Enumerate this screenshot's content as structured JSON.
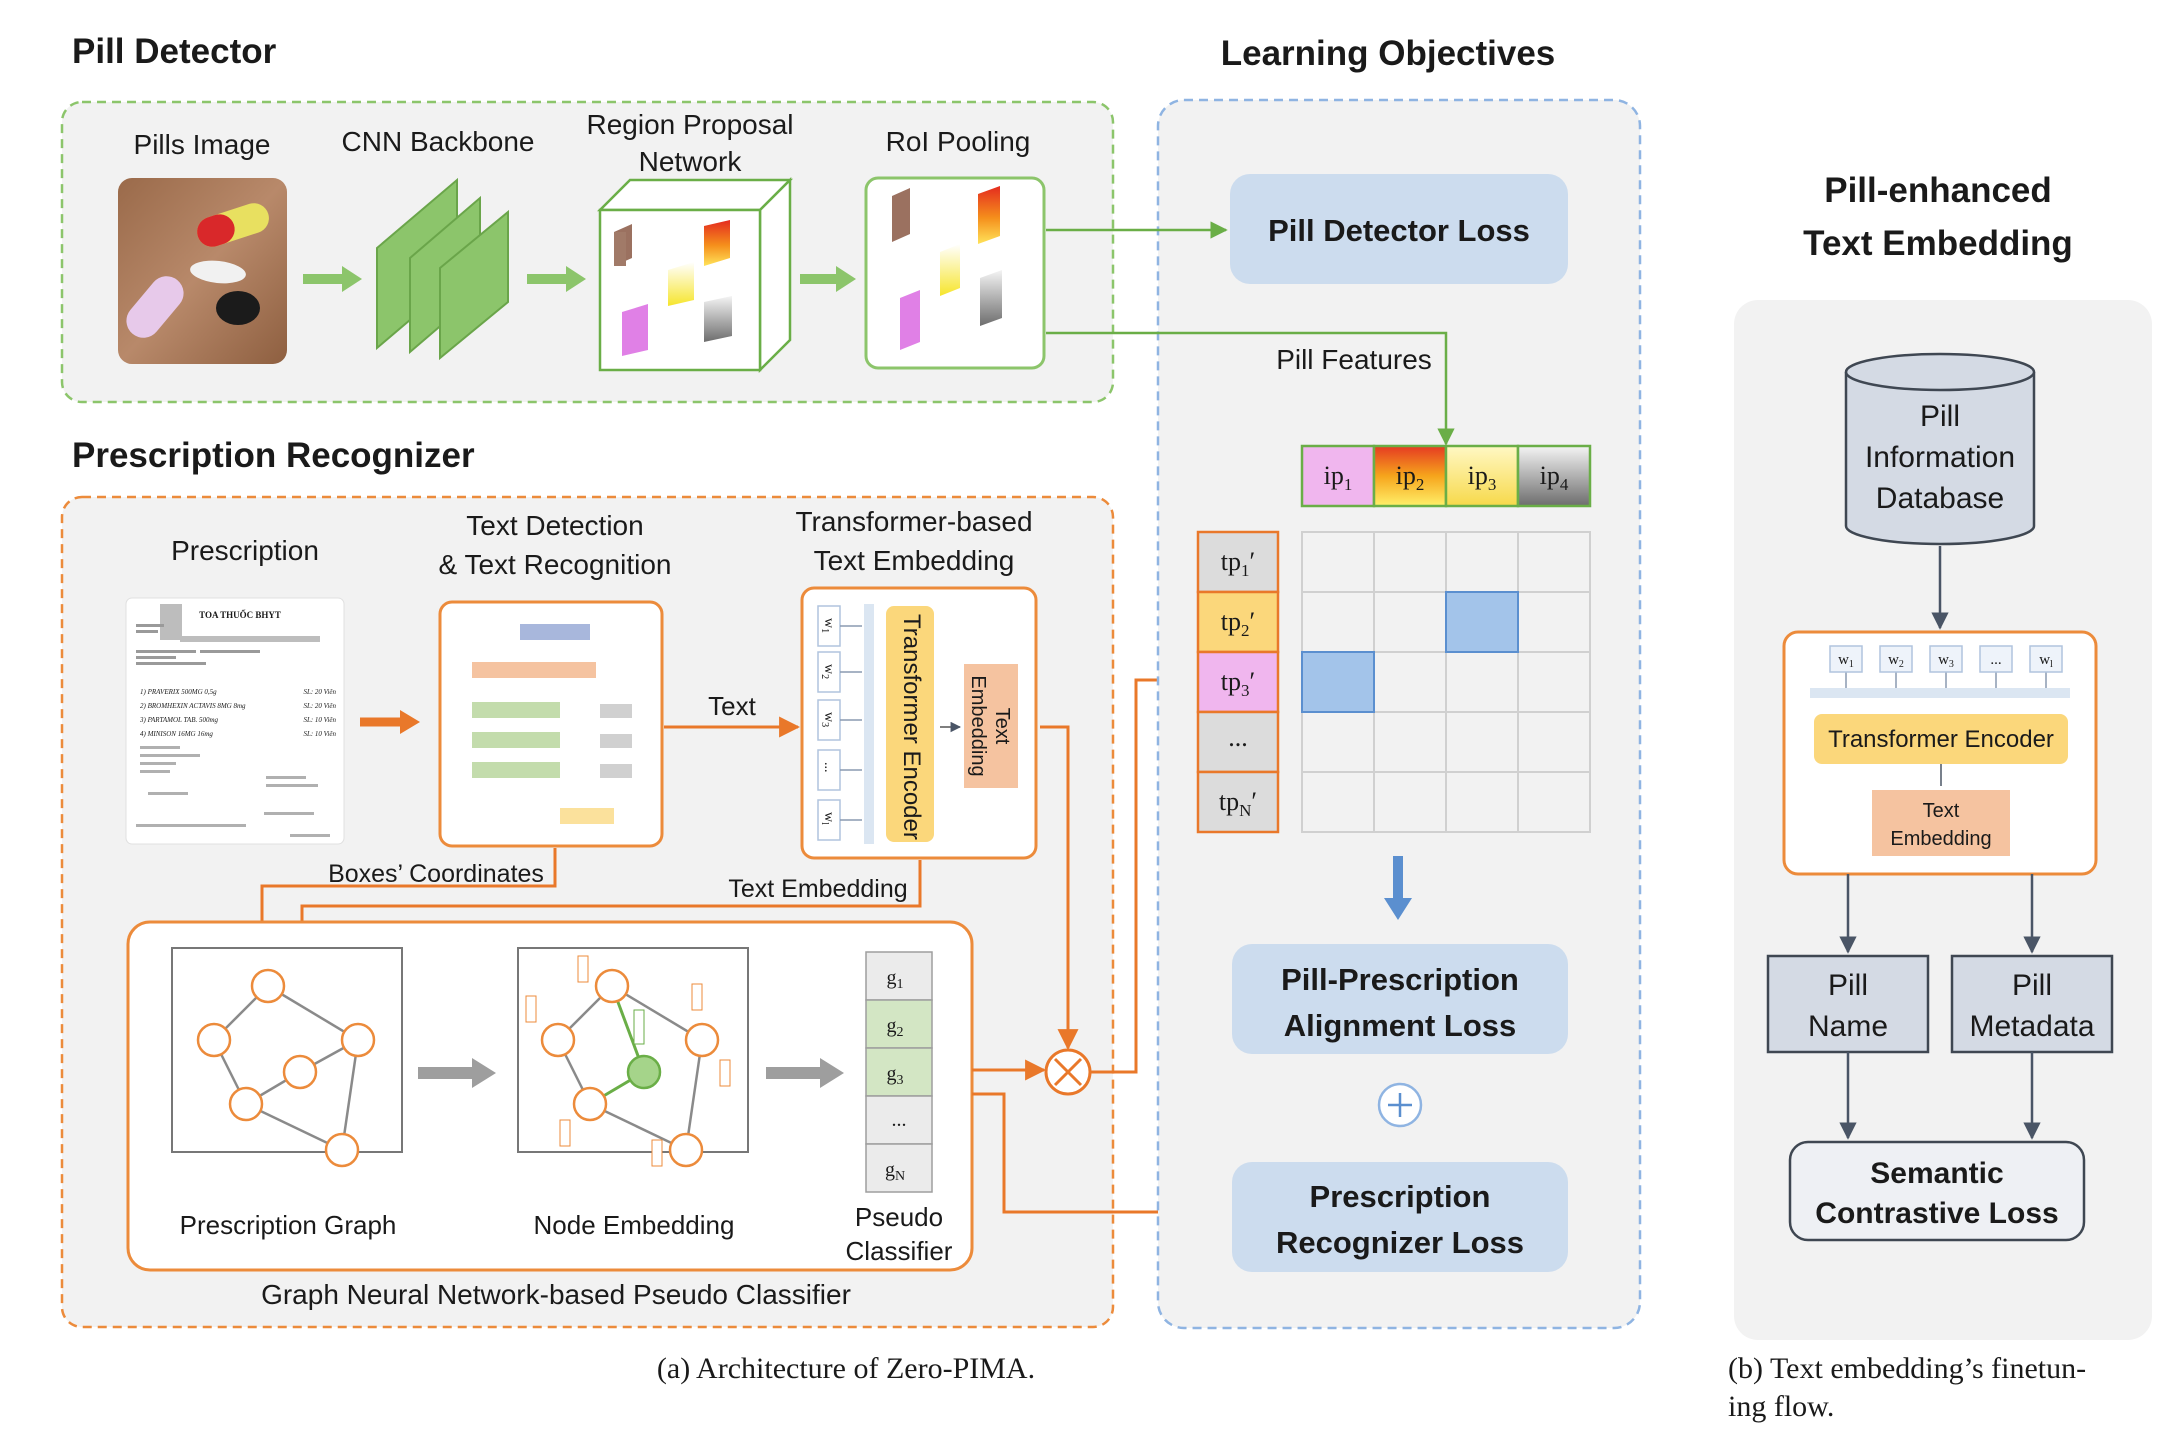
{
  "pill_detector": {
    "title": "Pill Detector",
    "pills_image": "Pills Image",
    "cnn_backbone": "CNN Backbone",
    "rpn_line1": "Region Proposal",
    "rpn_line2": "Network",
    "roi_pooling": "RoI Pooling"
  },
  "prescription_recognizer": {
    "title": "Prescription Recognizer",
    "prescription": "Prescription",
    "text_det_line1": "Text Detection",
    "text_det_line2": "& Text Recognition",
    "transformer_line1": "Transformer-based",
    "transformer_line2": "Text Embedding",
    "text_label": "Text",
    "transformer_encoder": "Transformer Encoder",
    "text_emb_line1": "Text",
    "text_emb_line2": "Embedding",
    "boxes_coordinates": "Boxes’ Coordinates",
    "text_embedding_label": "Text Embedding",
    "prescription_graph": "Prescription Graph",
    "node_embedding": "Node Embedding",
    "pseudo_line1": "Pseudo",
    "pseudo_line2": "Classifier",
    "gnn_label": "Graph Neural Network-based Pseudo Classifier",
    "g_labels": [
      "g",
      "g",
      "g",
      "...",
      "g"
    ],
    "g_subs": [
      "1",
      "2",
      "3",
      "",
      "N"
    ],
    "w_labels": [
      "w",
      "w",
      "w",
      "...",
      "w"
    ],
    "w_subs": [
      "1",
      "2",
      "3",
      "",
      "l"
    ]
  },
  "prescription_doc": {
    "heading": "TOA THUỐC BHYT",
    "items": [
      "1) PRAVERIX 500MG 0,5g",
      "2) BROMHEXIN ACTAVIS 8MG 8mg",
      "3) PARTAMOL TAB. 500mg",
      "4) MINISON 16MG 16mg"
    ],
    "quantities": [
      "SL: 20 Viên",
      "SL: 20 Viên",
      "SL: 10 Viên",
      "SL: 10 Viên"
    ]
  },
  "learning_objectives": {
    "title": "Learning Objectives",
    "pill_detector_loss": "Pill Detector Loss",
    "pill_features": "Pill Features",
    "ip_labels": [
      "ip",
      "ip",
      "ip",
      "ip"
    ],
    "ip_subs": [
      "1",
      "2",
      "3",
      "4"
    ],
    "tp_labels": [
      "tp",
      "tp",
      "tp",
      "...",
      "tp"
    ],
    "tp_subs": [
      "1",
      "2",
      "3",
      "",
      "N"
    ],
    "alignment_line1": "Pill-Prescription",
    "alignment_line2": "Alignment Loss",
    "recognizer_line1": "Prescription",
    "recognizer_line2": "Recognizer Loss"
  },
  "text_embedding_flow": {
    "title_line1": "Pill-enhanced",
    "title_line2": "Text Embedding",
    "db_line1": "Pill",
    "db_line2": "Information",
    "db_line3": "Database",
    "w_labels": [
      "w",
      "w",
      "w",
      "...",
      "w"
    ],
    "w_subs": [
      "1",
      "2",
      "3",
      "",
      "l"
    ],
    "transformer_encoder": "Transformer Encoder",
    "text_emb_line1": "Text",
    "text_emb_line2": "Embedding",
    "pill_name_line1": "Pill",
    "pill_name_line2": "Name",
    "pill_meta_line1": "Pill",
    "pill_meta_line2": "Metadata",
    "semantic_line1": "Semantic",
    "semantic_line2": "Contrastive Loss"
  },
  "captions": {
    "a": "(a)  Architecture of Zero-PIMA.",
    "b_line1": "(b)  Text embedding’s finetun-",
    "b_line2": "ing flow."
  },
  "colors": {
    "green_border": "#8cc56b",
    "orange": "#ec8b3b",
    "blue_dash": "#8fb4e2",
    "loss_box": "#ccdcee",
    "cnn_green": "#8cc56b",
    "matrix_highlight": "#a3c4ea",
    "transformer_yellow": "#fbd77b",
    "text_embedding_peach": "#f5c3a0",
    "panel_gray": "#f2f2f2"
  }
}
